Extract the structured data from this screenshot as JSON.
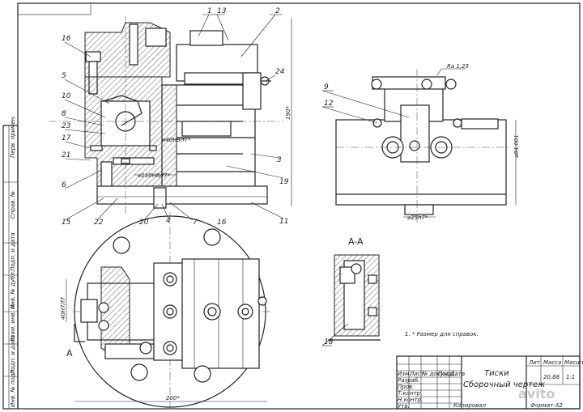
{
  "callouts": [
    "1",
    "13",
    "2",
    "16",
    "24",
    "5",
    "10",
    "8",
    "23",
    "17",
    "21",
    "6",
    "15",
    "22",
    "20",
    "4",
    "7",
    "19",
    "3",
    "11",
    "9",
    "12",
    "16",
    "18"
  ],
  "dimensions": {
    "d1": "⌀40H9/f7*",
    "d2": "⌀110H8/f7*",
    "d3": "⌀25h7*",
    "d4": "190*",
    "d5": "⌀84,001",
    "d6": "40H7/f7",
    "d7": "200*",
    "roughness": "Ra 1,25"
  },
  "section": {
    "label": "A-A",
    "arrow": "A"
  },
  "note": "1. * Размер для справок.",
  "title_block": {
    "title_line1": "Тиски",
    "title_line2": "Сборочный чертеж",
    "col_lit": "Лит",
    "col_mass": "Масса",
    "col_scale": "Масштаб",
    "mass_value": "20,88",
    "scale_value": "1:1",
    "row_izm": "Изм",
    "row_list": "Лист",
    "row_doc": "№ докум.",
    "row_sign": "Подп.",
    "row_date": "Дата",
    "row_razrab": "Разраб.",
    "row_prov": "Пров.",
    "row_tkontr": "Т.контр.",
    "row_nkontr": "Н.контр.",
    "row_utv": "Утв.",
    "copied": "Копировал",
    "format": "Формат  А2"
  },
  "side_stamps": [
    "Перв. примен.",
    "Справ. №",
    "Подп. и дата",
    "Инв. № дубл.",
    "Взам. инв. №",
    "Подп. и дата",
    "Инв. № подл."
  ],
  "watermark": "avito"
}
